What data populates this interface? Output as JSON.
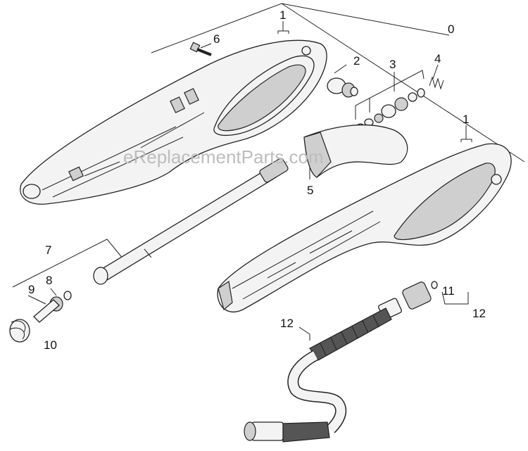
{
  "watermark": "eReplacementParts.com",
  "callouts": {
    "c0": "0",
    "c1_top": "1",
    "c1_right": "1",
    "c2": "2",
    "c3": "3",
    "c4": "4",
    "c5": "5",
    "c6": "6",
    "c7": "7",
    "c8": "8",
    "c9": "9",
    "c10": "10",
    "c11": "11",
    "c12_right": "12",
    "c12_hose": "12"
  },
  "colors": {
    "line": "#222222",
    "part_fill": "#f3f3f3",
    "shade": "#cfcfcf",
    "watermark": "#bdbdbd"
  }
}
